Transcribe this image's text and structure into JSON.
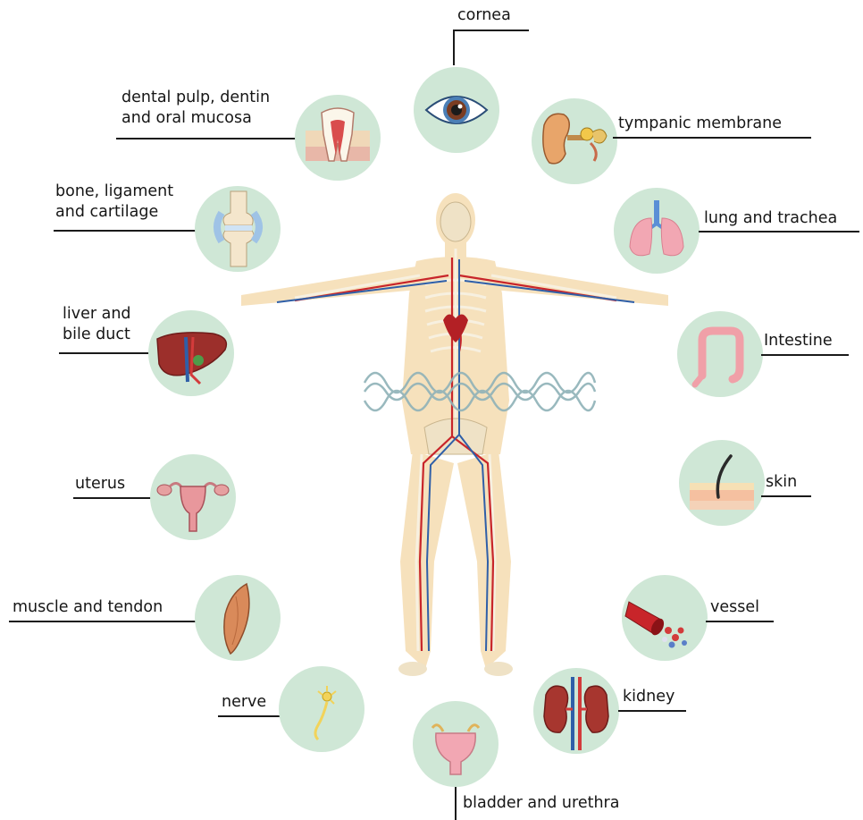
{
  "labels": {
    "cornea": "cornea",
    "dental": "dental pulp, dentin\nand oral mucosa",
    "tympanic": "tympanic membrane",
    "bone": "bone, ligament\nand cartilage",
    "lung": "lung and trachea",
    "liver": "liver and\nbile duct",
    "intestine": "Intestine",
    "uterus": "uterus",
    "skin": "skin",
    "muscle": "muscle and tendon",
    "vessel": "vessel",
    "nerve": "nerve",
    "kidney": "kidney",
    "bladder": "bladder and urethra"
  },
  "icons": [
    "eye-icon",
    "tooth-icon",
    "ear-icon",
    "knee-joint-icon",
    "lungs-icon",
    "liver-icon",
    "intestine-icon",
    "uterus-icon",
    "skin-icon",
    "muscle-icon",
    "blood-vessel-icon",
    "nerve-cell-icon",
    "kidney-icon",
    "bladder-icon",
    "human-body-figure"
  ],
  "colors": {
    "circle": "#cfe7d6",
    "rule": "#1a1a1a",
    "skin": "#f3d7a6",
    "artery": "#c8252a",
    "vein": "#2f5fa8"
  }
}
